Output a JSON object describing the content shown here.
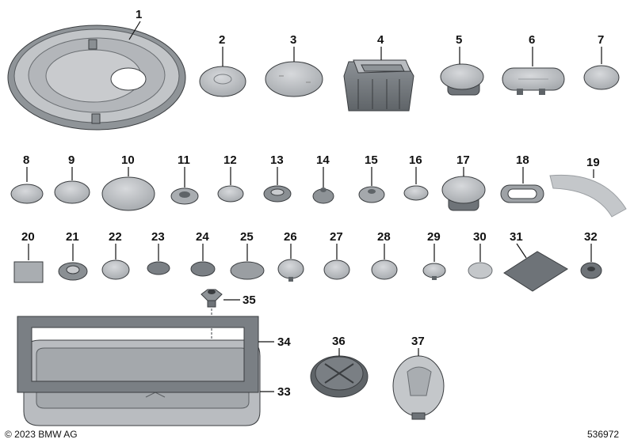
{
  "diagram": {
    "parts": [
      {
        "number": "1"
      },
      {
        "number": "2"
      },
      {
        "number": "3"
      },
      {
        "number": "4"
      },
      {
        "number": "5"
      },
      {
        "number": "6"
      },
      {
        "number": "7"
      },
      {
        "number": "8"
      },
      {
        "number": "9"
      },
      {
        "number": "10"
      },
      {
        "number": "11"
      },
      {
        "number": "12"
      },
      {
        "number": "13"
      },
      {
        "number": "14"
      },
      {
        "number": "15"
      },
      {
        "number": "16"
      },
      {
        "number": "17"
      },
      {
        "number": "18"
      },
      {
        "number": "19"
      },
      {
        "number": "20"
      },
      {
        "number": "21"
      },
      {
        "number": "22"
      },
      {
        "number": "23"
      },
      {
        "number": "24"
      },
      {
        "number": "25"
      },
      {
        "number": "26"
      },
      {
        "number": "27"
      },
      {
        "number": "28"
      },
      {
        "number": "29"
      },
      {
        "number": "30"
      },
      {
        "number": "31"
      },
      {
        "number": "32"
      },
      {
        "number": "33"
      },
      {
        "number": "34"
      },
      {
        "number": "35"
      },
      {
        "number": "36"
      },
      {
        "number": "37"
      }
    ],
    "copyright": "© 2023 BMW AG",
    "diagram_id": "536972"
  },
  "colors": {
    "part_fill": "#b9bcc0",
    "part_dark": "#6e7378",
    "outline": "#3a3d40",
    "text": "#111111"
  }
}
